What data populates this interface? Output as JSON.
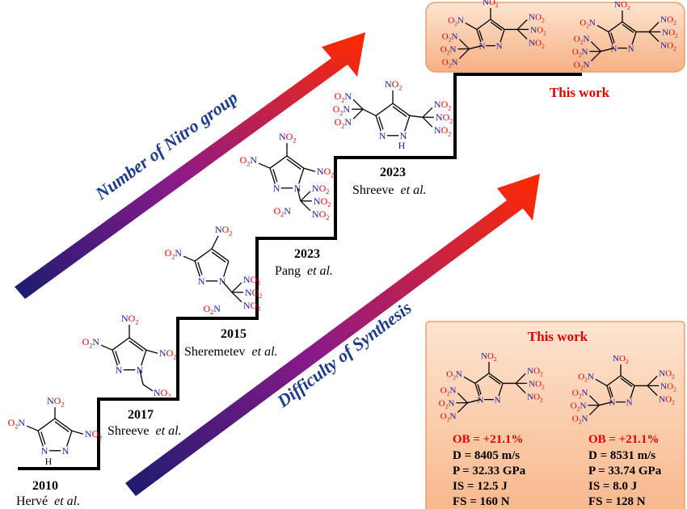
{
  "arrow_labels": {
    "nitro": "Number of Nitro group",
    "synthesis": "Difficulty of Synthesis"
  },
  "milestones": [
    {
      "year": "2010",
      "author": "Hervé",
      "etal": "et al."
    },
    {
      "year": "2017",
      "author": "Shreeve",
      "etal": "et al."
    },
    {
      "year": "2015",
      "author": "Sheremetev",
      "etal": "et al."
    },
    {
      "year": "2023",
      "author": "Pang",
      "etal": "et al."
    },
    {
      "year": "2023",
      "author": "Shreeve",
      "etal": "et al."
    }
  ],
  "top_label": "This work",
  "panel": {
    "title": "This work",
    "compounds": [
      {
        "ob": "OB = +21.1%",
        "d": "D = 8405 m/s",
        "p": "P = 32.33 GPa",
        "is": "IS = 12.5 J",
        "fs": "FS = 160 N"
      },
      {
        "ob": "OB = +21.1%",
        "d": "D = 8531 m/s",
        "p": "P = 33.74 GPa",
        "is": "IS = 8.0 J",
        "fs": "FS = 128 N"
      }
    ]
  },
  "atoms": {
    "n": "N",
    "nh": "NH",
    "h": "H",
    "no2": "NO2",
    "o2n": "O2N"
  },
  "colors": {
    "accent_red": "#e00000",
    "nitrogen_blue": "#1a1a9c",
    "panel_bg": "#fbd2b4"
  }
}
